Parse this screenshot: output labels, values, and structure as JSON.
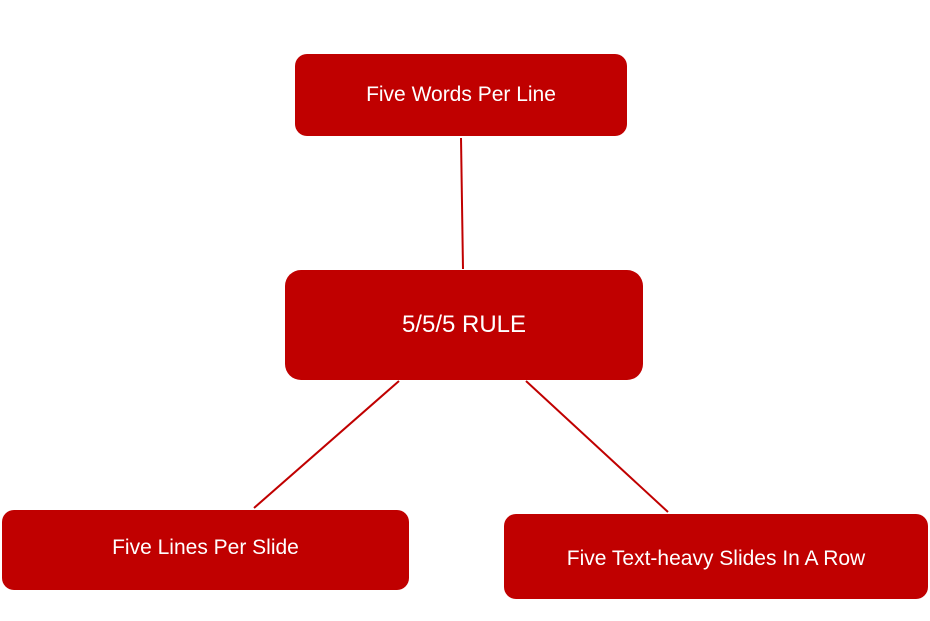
{
  "colors": {
    "node_fill": "#c00000",
    "node_text": "#ffffff",
    "connector": "#c00000"
  },
  "diagram": {
    "center": {
      "label": "5/5/5 RULE"
    },
    "top": {
      "label": "Five Words Per Line"
    },
    "left": {
      "label": "Five Lines Per Slide"
    },
    "right": {
      "label": "Five Text-heavy Slides In A Row"
    }
  }
}
